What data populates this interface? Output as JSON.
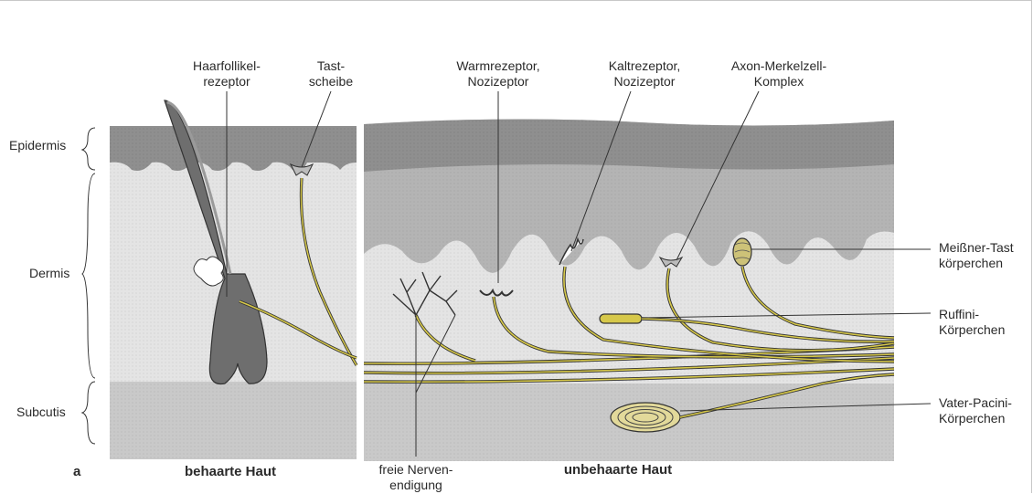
{
  "panel_letter": "a",
  "layers": {
    "epidermis": "Epidermis",
    "dermis": "Dermis",
    "subcutis": "Subcutis"
  },
  "sections": {
    "hairy": "behaarte Haut",
    "glabrous": "unbehaarte Haut"
  },
  "receptors": {
    "hair_follicle": [
      "Haarfollikel-",
      "rezeptor"
    ],
    "touch_disc": [
      "Tast-",
      "scheibe"
    ],
    "warm": [
      "Warmrezeptor,",
      "Nozizeptor"
    ],
    "cold": [
      "Kaltrezeptor,",
      "Nozizeptor"
    ],
    "merkel": [
      "Axon-Merkelzell-",
      "Komplex"
    ],
    "meissner": [
      "Meißner-Tast",
      "körperchen"
    ],
    "ruffini": [
      "Ruffini-",
      "Körperchen"
    ],
    "pacini": [
      "Vater-Pacini-",
      "Körperchen"
    ],
    "free_nerve": [
      "freie Nerven-",
      "endigung"
    ]
  },
  "colors": {
    "epidermis_dark": "#8f8f8f",
    "epidermis_mid": "#b4b4b4",
    "dermis": "#e4e4e4",
    "subcutis": "#c9c9c9",
    "nerve": "#d6c84a",
    "hair": "#6e6e6e"
  }
}
